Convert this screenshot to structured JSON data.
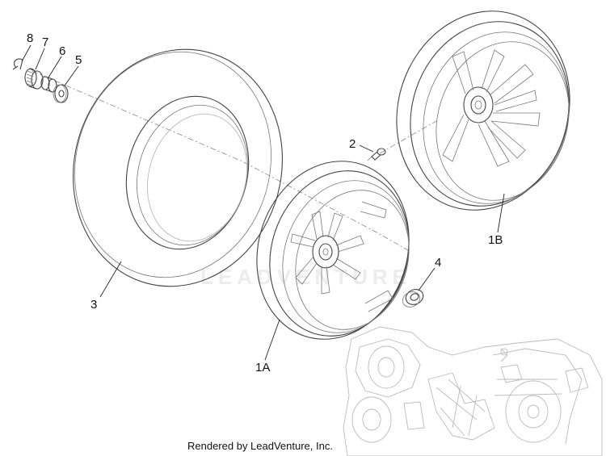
{
  "callouts": {
    "c8": "8",
    "c7": "7",
    "c6": "6",
    "c5": "5",
    "c2": "2",
    "c3": "3",
    "c1A": "1A",
    "c1B": "1B",
    "c4": "4"
  },
  "watermark": "LEADVENTURE",
  "credit": "Rendered by LeadVenture, Inc."
}
